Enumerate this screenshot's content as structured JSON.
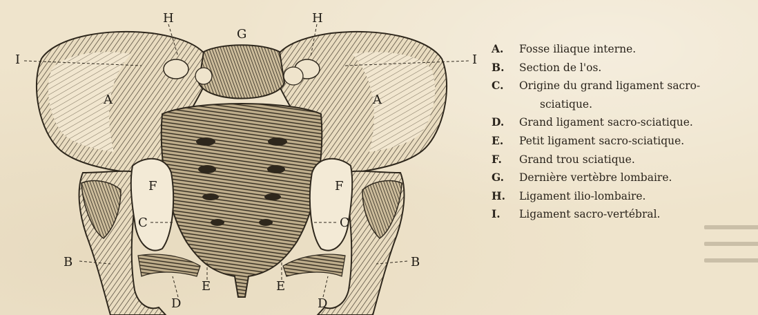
{
  "figure": {
    "labels": {
      "A": "A",
      "B": "B",
      "C": "C",
      "D": "D",
      "E": "E",
      "F": "F",
      "G": "G",
      "H": "H",
      "I": "I"
    }
  },
  "legend": {
    "items": [
      {
        "key": "A.",
        "text": "Fosse iliaque interne."
      },
      {
        "key": "B.",
        "text": "Section de l'os."
      },
      {
        "key": "C.",
        "text": "Origine du grand ligament sacro-",
        "cont": "sciatique."
      },
      {
        "key": "D.",
        "text": "Grand ligament sacro-sciatique."
      },
      {
        "key": "E.",
        "text": "Petit ligament sacro-sciatique."
      },
      {
        "key": "F.",
        "text": "Grand trou sciatique."
      },
      {
        "key": "G.",
        "text": "Dernière vertèbre lombaire."
      },
      {
        "key": "H.",
        "text": "Ligament ilio-lombaire."
      },
      {
        "key": "I.",
        "text": "Ligament sacro-vertébral."
      }
    ]
  }
}
